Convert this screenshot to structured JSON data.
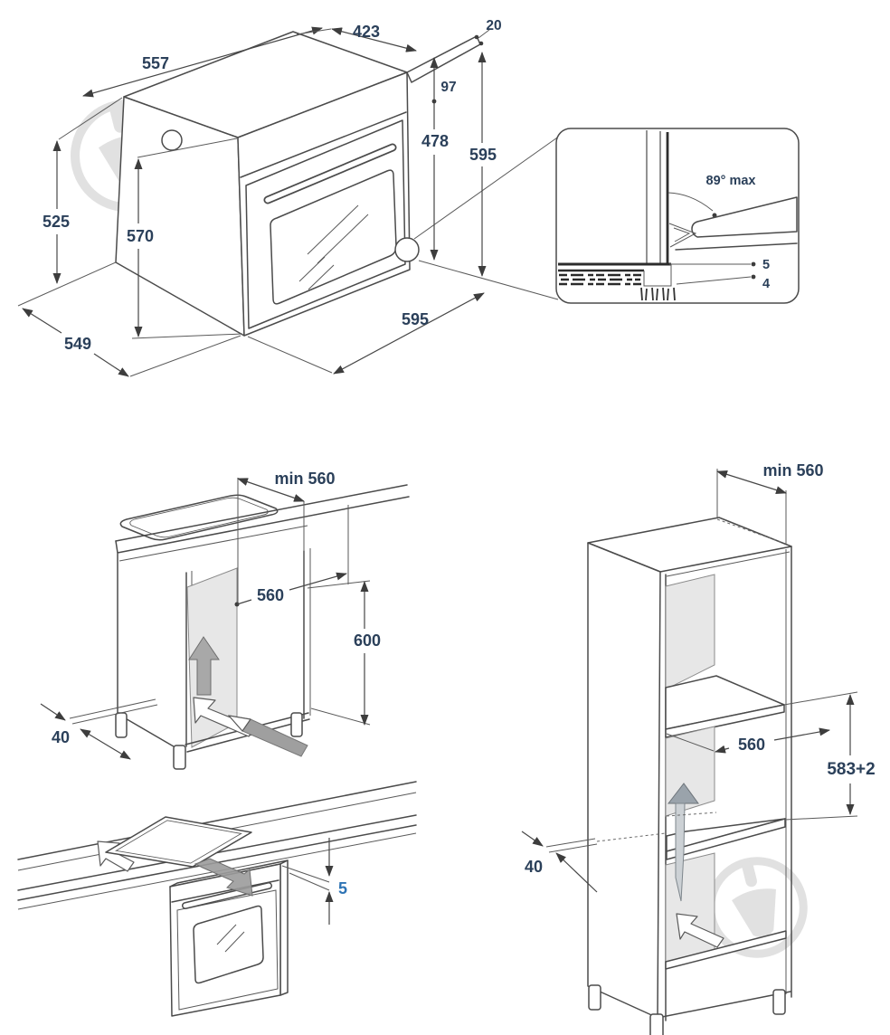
{
  "oven_iso": {
    "top_depth": "557",
    "top_width": "423",
    "frame_offset": "20",
    "panel_height": "97",
    "door_height": "478",
    "front_height": "595",
    "side_height": "525",
    "front_left_height": "570",
    "bottom_depth": "549",
    "bottom_width": "595"
  },
  "door_detail": {
    "max_open_angle": "89° max",
    "gap_top": "5",
    "gap_bottom": "4"
  },
  "base_cabinet": {
    "min_depth": "min 560",
    "opening_width": "560",
    "opening_height": "600",
    "rear_gap": "40"
  },
  "hob_clearance": {
    "min_gap": "5"
  },
  "tall_cabinet": {
    "min_depth": "min 560",
    "opening_depth": "560",
    "opening_height": "583+2",
    "rear_gap": "40"
  },
  "colors": {
    "line": "#4b4b4b",
    "label_navy": "#2b405a",
    "label_blue": "#2e74b5",
    "panel_gray": "#e7e7e7",
    "arrow_gray": "#a8a8a8",
    "watermark_gray": "#c4c4c4"
  }
}
